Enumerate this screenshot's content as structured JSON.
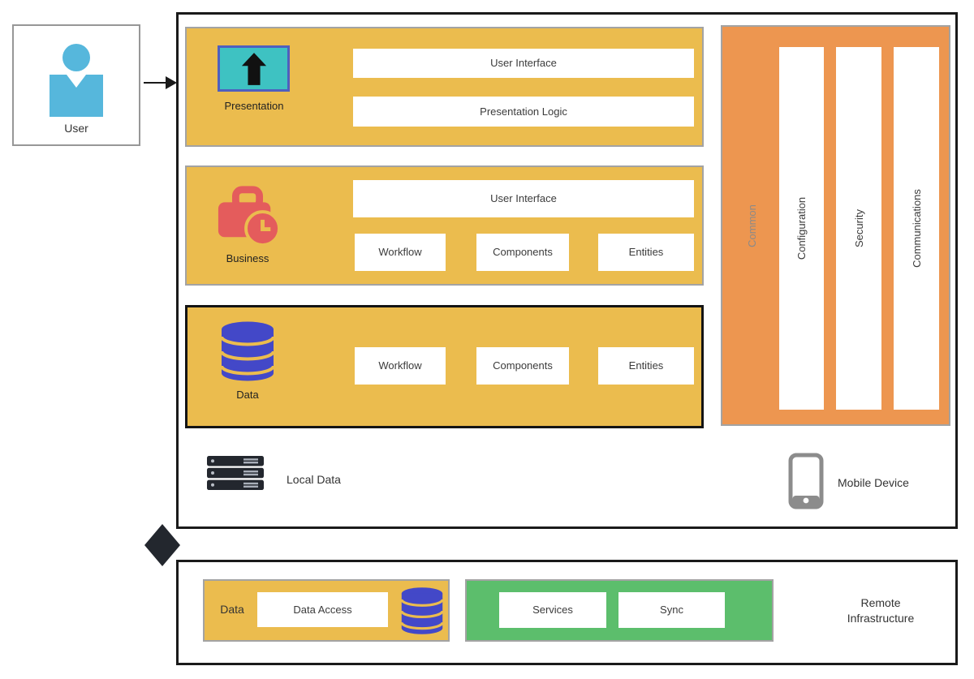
{
  "colors": {
    "layer_yellow": "#EBBC4E",
    "common_orange": "#ED9650",
    "services_green": "#5CBE6C",
    "presentation_teal": "#3EC2C2",
    "presentation_icon_border": "#4F5FBE",
    "business_red": "#E45C5C",
    "database_blue": "#4348C8",
    "person_blue": "#56B7DC",
    "outer_border_black": "#1A1A1A",
    "box_border_gray": "#A3A3A3",
    "common_label_gray": "#8A8A8A",
    "device_gray": "#8C8C8C"
  },
  "user": {
    "label": "User"
  },
  "layers": {
    "presentation": {
      "label": "Presentation",
      "user_interface": "User Interface",
      "presentation_logic": "Presentation Logic"
    },
    "business": {
      "label": "Business",
      "user_interface": "User Interface",
      "workflow": "Workflow",
      "components": "Components",
      "entities": "Entities"
    },
    "data": {
      "label": "Data",
      "workflow": "Workflow",
      "components": "Components",
      "entities": "Entities"
    }
  },
  "common": {
    "label": "Common",
    "columns": [
      "Configuration",
      "Security",
      "Communications"
    ]
  },
  "infrastructure": {
    "local_data": "Local Data",
    "mobile_device": "Mobile Device"
  },
  "remote": {
    "data_label": "Data",
    "data_access": "Data Access",
    "services": "Services",
    "sync": "Sync",
    "title_line1": "Remote",
    "title_line2": "Infrastructure"
  }
}
